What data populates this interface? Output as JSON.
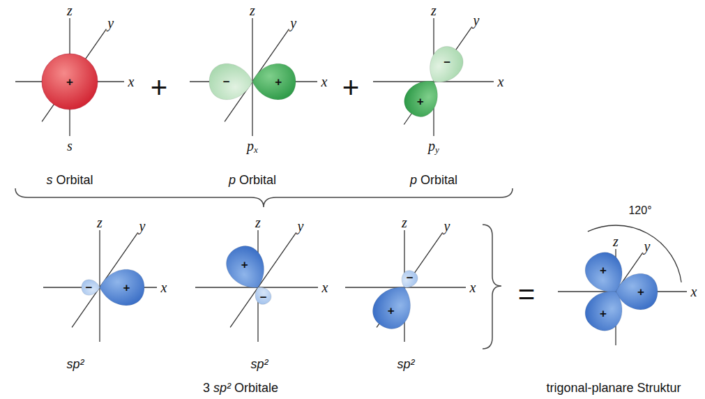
{
  "diagram": {
    "labels": [
      "z",
      "y",
      "x",
      "+",
      "s",
      "+",
      "z",
      "y",
      "x",
      "−",
      "+",
      "px",
      "+",
      "z",
      "y",
      "x",
      "−",
      "+",
      "py",
      "s Orbital",
      "p Orbital",
      "p Orbital",
      "z",
      "y",
      "x",
      "−",
      "+",
      "sp²",
      "z",
      "y",
      "x",
      "+",
      "−",
      "sp²",
      "z",
      "y",
      "x",
      "+",
      "−",
      "sp²",
      "=",
      "z",
      "120°",
      "y",
      "x",
      "+",
      "+",
      "+",
      "3 sp² Orbitale",
      "trigonal-planare Struktur"
    ]
  }
}
